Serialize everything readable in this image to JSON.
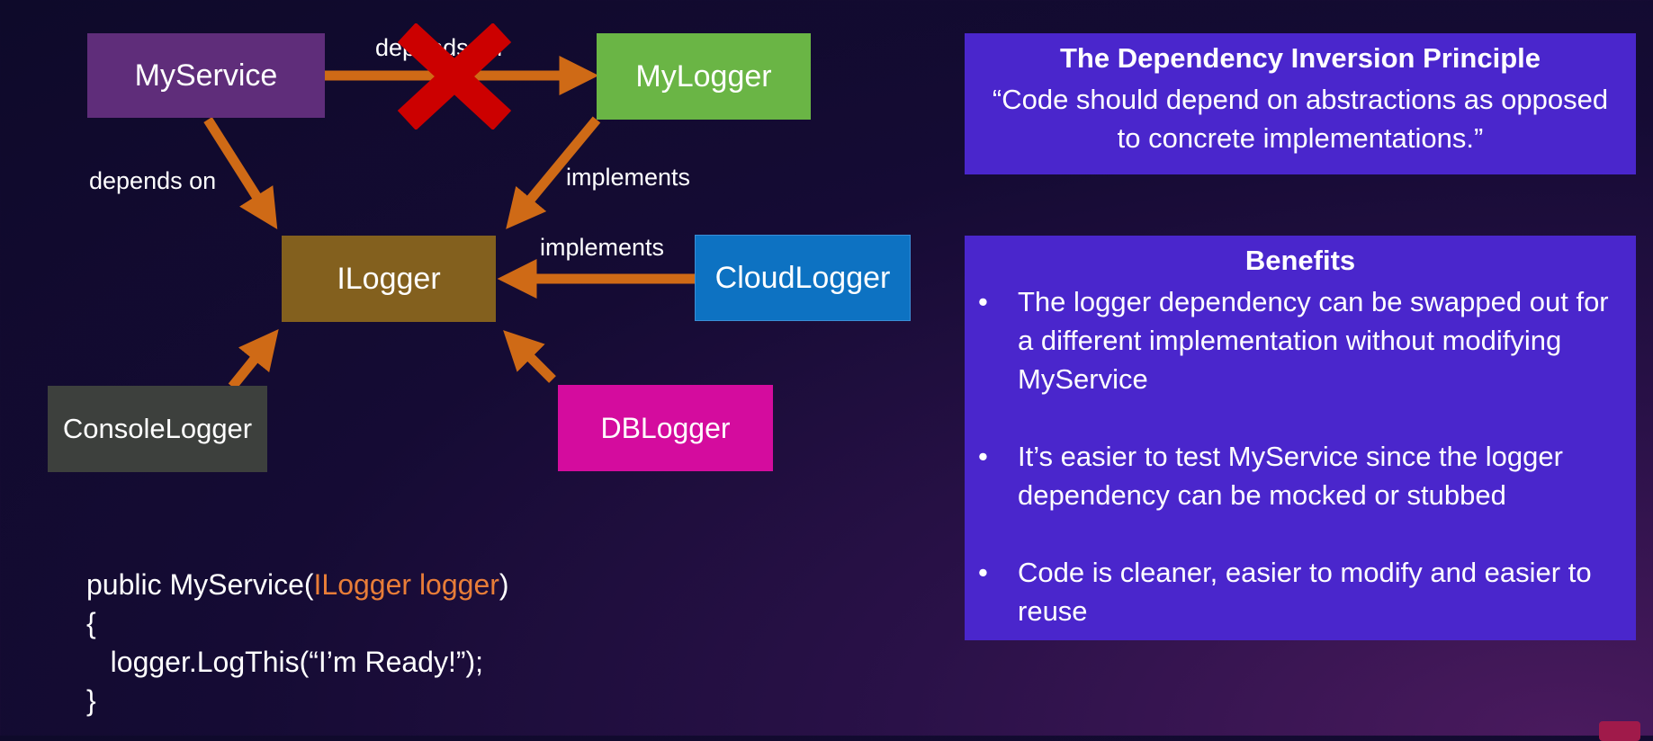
{
  "diagram": {
    "nodes": {
      "myservice": "MyService",
      "mylogger": "MyLogger",
      "ilogger": "ILogger",
      "cloudlogger": "CloudLogger",
      "consolelogger": "ConsoleLogger",
      "dblogger": "DBLogger"
    },
    "edge_labels": {
      "depends_on": "depends on",
      "depends_on_crossed": "depends on",
      "implements_mylogger": "implements",
      "implements_cloud": "implements"
    },
    "colors": {
      "arrow": "#cf6a16",
      "cross": "#cc0000",
      "myservice": "#5f2d7a",
      "mylogger": "#6ab545",
      "ilogger": "#83601e",
      "cloudlogger": "#0d72c2",
      "consolelogger": "#3d403d",
      "dblogger": "#d40c9e"
    }
  },
  "dip_panel": {
    "title": "The Dependency Inversion Principle",
    "quote": "“Code should depend on abstractions as opposed to concrete implementations.”"
  },
  "benefits_panel": {
    "title": "Benefits",
    "bullet": "•",
    "items": [
      "The logger dependency can be swapped out for a different implementation without modifying MyService",
      "It’s easier to test MyService since the logger dependency can be mocked or stubbed",
      "Code is cleaner, easier to modify and easier to reuse"
    ]
  },
  "code": {
    "line1_prefix": "public MyService(",
    "line1_param": "ILogger logger",
    "line1_suffix": ")",
    "line2": "{",
    "line3": "   logger.LogThis(“I’m Ready!”);",
    "line4": "}"
  }
}
